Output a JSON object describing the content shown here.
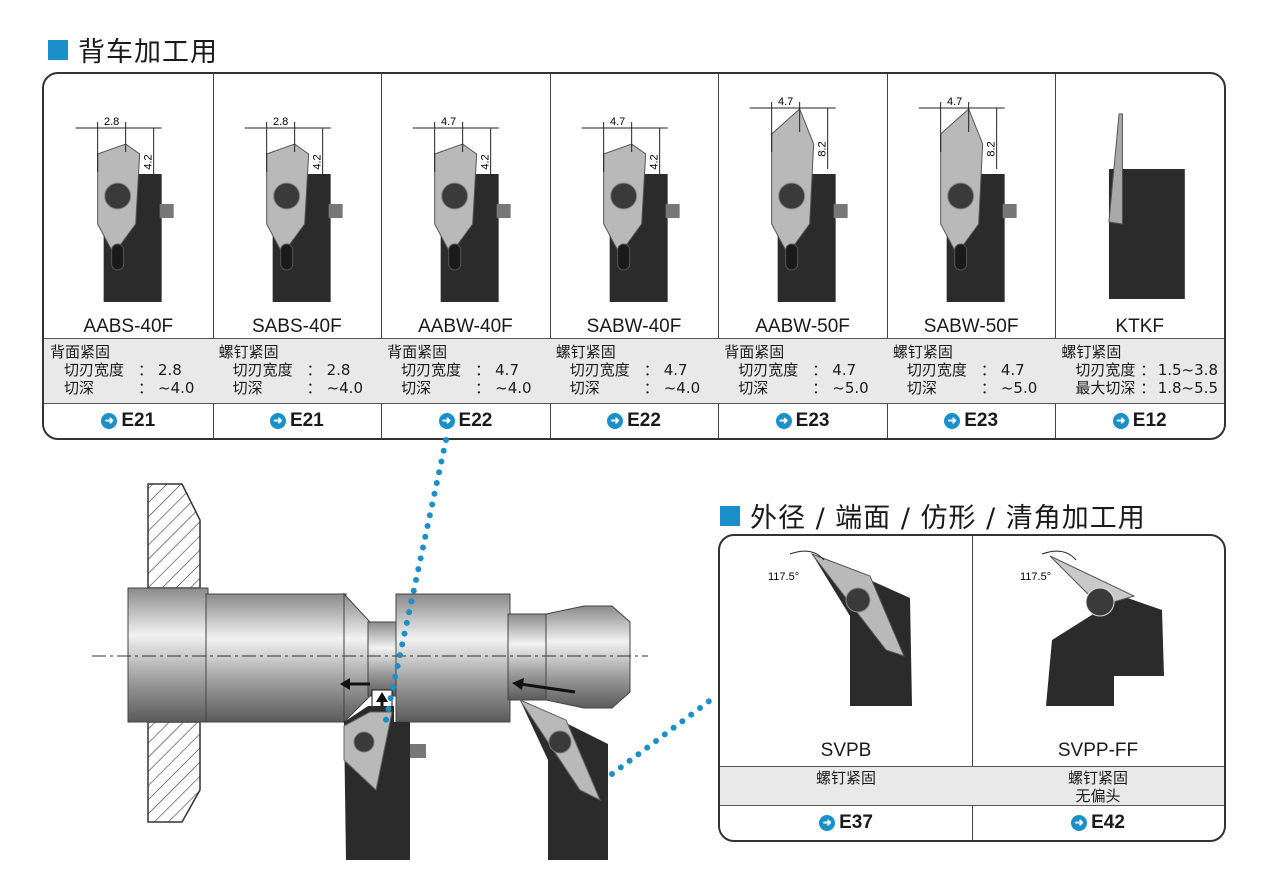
{
  "section1": {
    "title": "背车加工用"
  },
  "section2": {
    "title": "外径 / 端面 / 仿形 / 清角加工用"
  },
  "tools_back": [
    {
      "model": "AABS-40F",
      "lines": [
        "背面紧固"
      ],
      "specs": [
        [
          "切刃宽度",
          "2.8"
        ],
        [
          "切深",
          "~4.0"
        ]
      ],
      "ref": "E21",
      "w": "2.8",
      "d": "4.2"
    },
    {
      "model": "SABS-40F",
      "lines": [
        "螺钉紧固"
      ],
      "specs": [
        [
          "切刃宽度",
          "2.8"
        ],
        [
          "切深",
          "~4.0"
        ]
      ],
      "ref": "E21",
      "w": "2.8",
      "d": "4.2"
    },
    {
      "model": "AABW-40F",
      "lines": [
        "背面紧固"
      ],
      "specs": [
        [
          "切刃宽度",
          "4.7"
        ],
        [
          "切深",
          "~4.0"
        ]
      ],
      "ref": "E22",
      "w": "4.7",
      "d": "4.2"
    },
    {
      "model": "SABW-40F",
      "lines": [
        "螺钉紧固"
      ],
      "specs": [
        [
          "切刃宽度",
          "4.7"
        ],
        [
          "切深",
          "~4.0"
        ]
      ],
      "ref": "E22",
      "w": "4.7",
      "d": "4.2"
    },
    {
      "model": "AABW-50F",
      "lines": [
        "背面紧固"
      ],
      "specs": [
        [
          "切刃宽度",
          "4.7"
        ],
        [
          "切深",
          "~5.0"
        ]
      ],
      "ref": "E23",
      "w": "4.7",
      "d": "8.2"
    },
    {
      "model": "SABW-50F",
      "lines": [
        "螺钉紧固"
      ],
      "specs": [
        [
          "切刃宽度",
          "4.7"
        ],
        [
          "切深",
          "~5.0"
        ]
      ],
      "ref": "E23",
      "w": "4.7",
      "d": "8.2"
    },
    {
      "model": "KTKF",
      "lines": [
        "螺钉紧固"
      ],
      "specs": [
        [
          "切刃宽度",
          "1.5~3.8"
        ],
        [
          "最大切深",
          "1.8~5.5"
        ]
      ],
      "ref": "E12",
      "w": "",
      "d": ""
    }
  ],
  "tools_outer": [
    {
      "model": "SVPB",
      "lines": [
        "螺钉紧固"
      ],
      "ref": "E37",
      "angle": "117.5°"
    },
    {
      "model": "SVPP-FF",
      "lines": [
        "螺钉紧固",
        "无偏头"
      ],
      "ref": "E42",
      "angle": "117.5°"
    }
  ],
  "colors": {
    "accent": "#1a8fc9",
    "spec_bg": "#e9e9e9",
    "tool_dark": "#2b2b2b"
  }
}
